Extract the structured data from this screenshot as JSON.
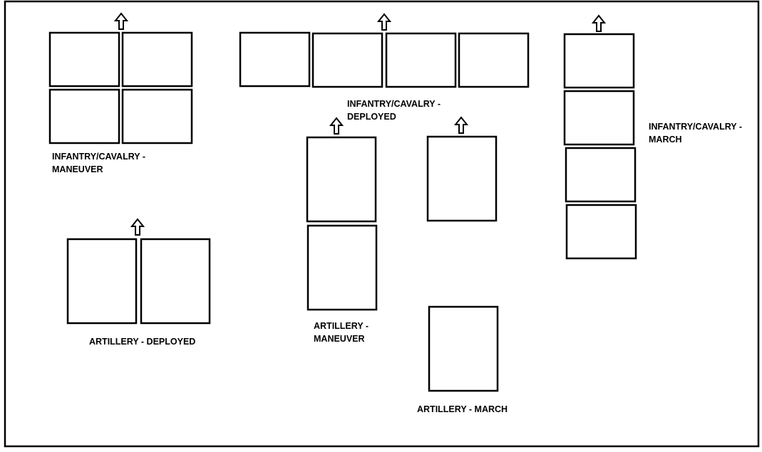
{
  "diagram": {
    "colors": {
      "stroke": "#000000",
      "background": "#ffffff"
    },
    "icon": "up-arrow-icon",
    "formations": [
      {
        "id": "infantry-cavalry-maneuver",
        "label_lines": [
          "INFANTRY/CAVALRY -",
          "MANEUVER"
        ]
      },
      {
        "id": "infantry-cavalry-deployed",
        "label_lines": [
          "INFANTRY/CAVALRY -",
          "DEPLOYED"
        ]
      },
      {
        "id": "infantry-cavalry-march",
        "label_lines": [
          "INFANTRY/CAVALRY -",
          "MARCH"
        ]
      },
      {
        "id": "artillery-deployed",
        "label_lines": [
          "ARTILLERY - DEPLOYED"
        ]
      },
      {
        "id": "artillery-maneuver",
        "label_lines": [
          "ARTILLERY -",
          "MANEUVER"
        ]
      },
      {
        "id": "artillery-march",
        "label_lines": [
          "ARTILLERY - MARCH"
        ]
      }
    ]
  }
}
